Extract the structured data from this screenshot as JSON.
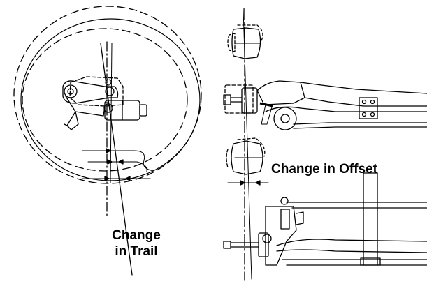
{
  "labels": {
    "trail_line1": "Change",
    "trail_line2": "in Trail",
    "offset": "Change in Offset"
  }
}
